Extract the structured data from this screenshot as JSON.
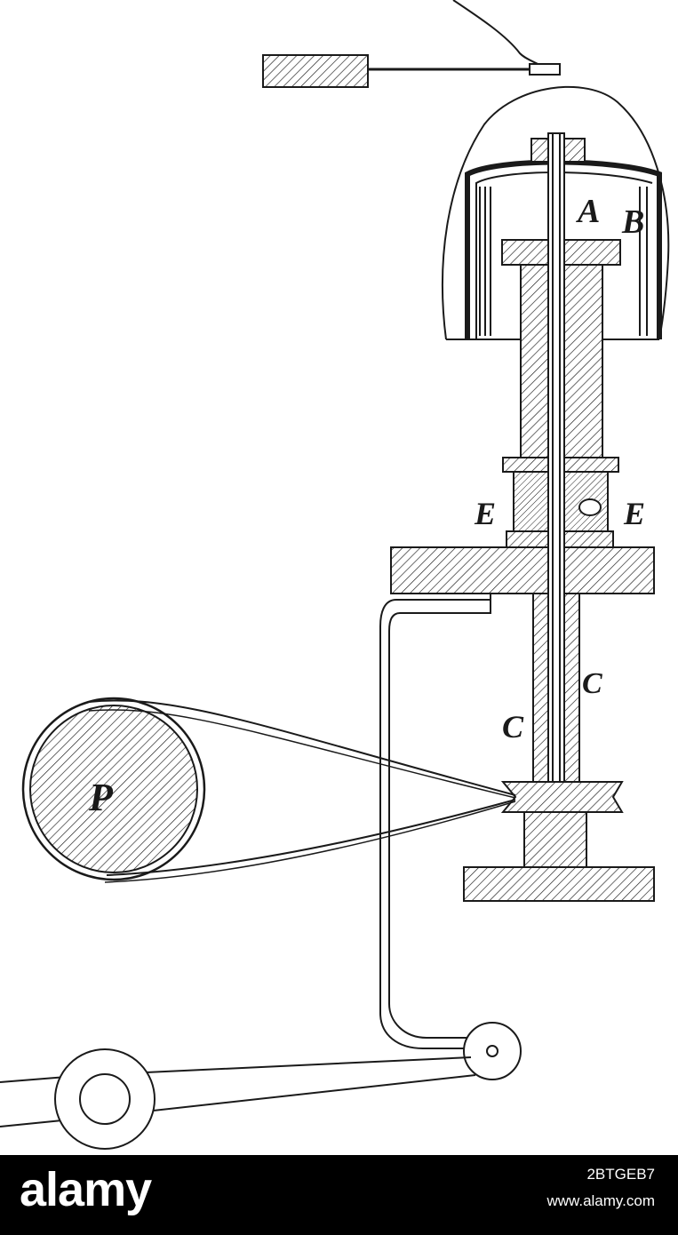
{
  "diagram": {
    "labels": {
      "A": "A",
      "B": "B",
      "E_left": "E",
      "E_right": "E",
      "C_upper": "C",
      "C_lower": "C",
      "pulley": "P"
    }
  },
  "watermark": {
    "logo": "alamy",
    "image_id": "2BTGEB7",
    "url": "www.alamy.com"
  },
  "colors": {
    "ink": "#1a1a1a",
    "paper": "#ffffff",
    "band": "#000000"
  }
}
